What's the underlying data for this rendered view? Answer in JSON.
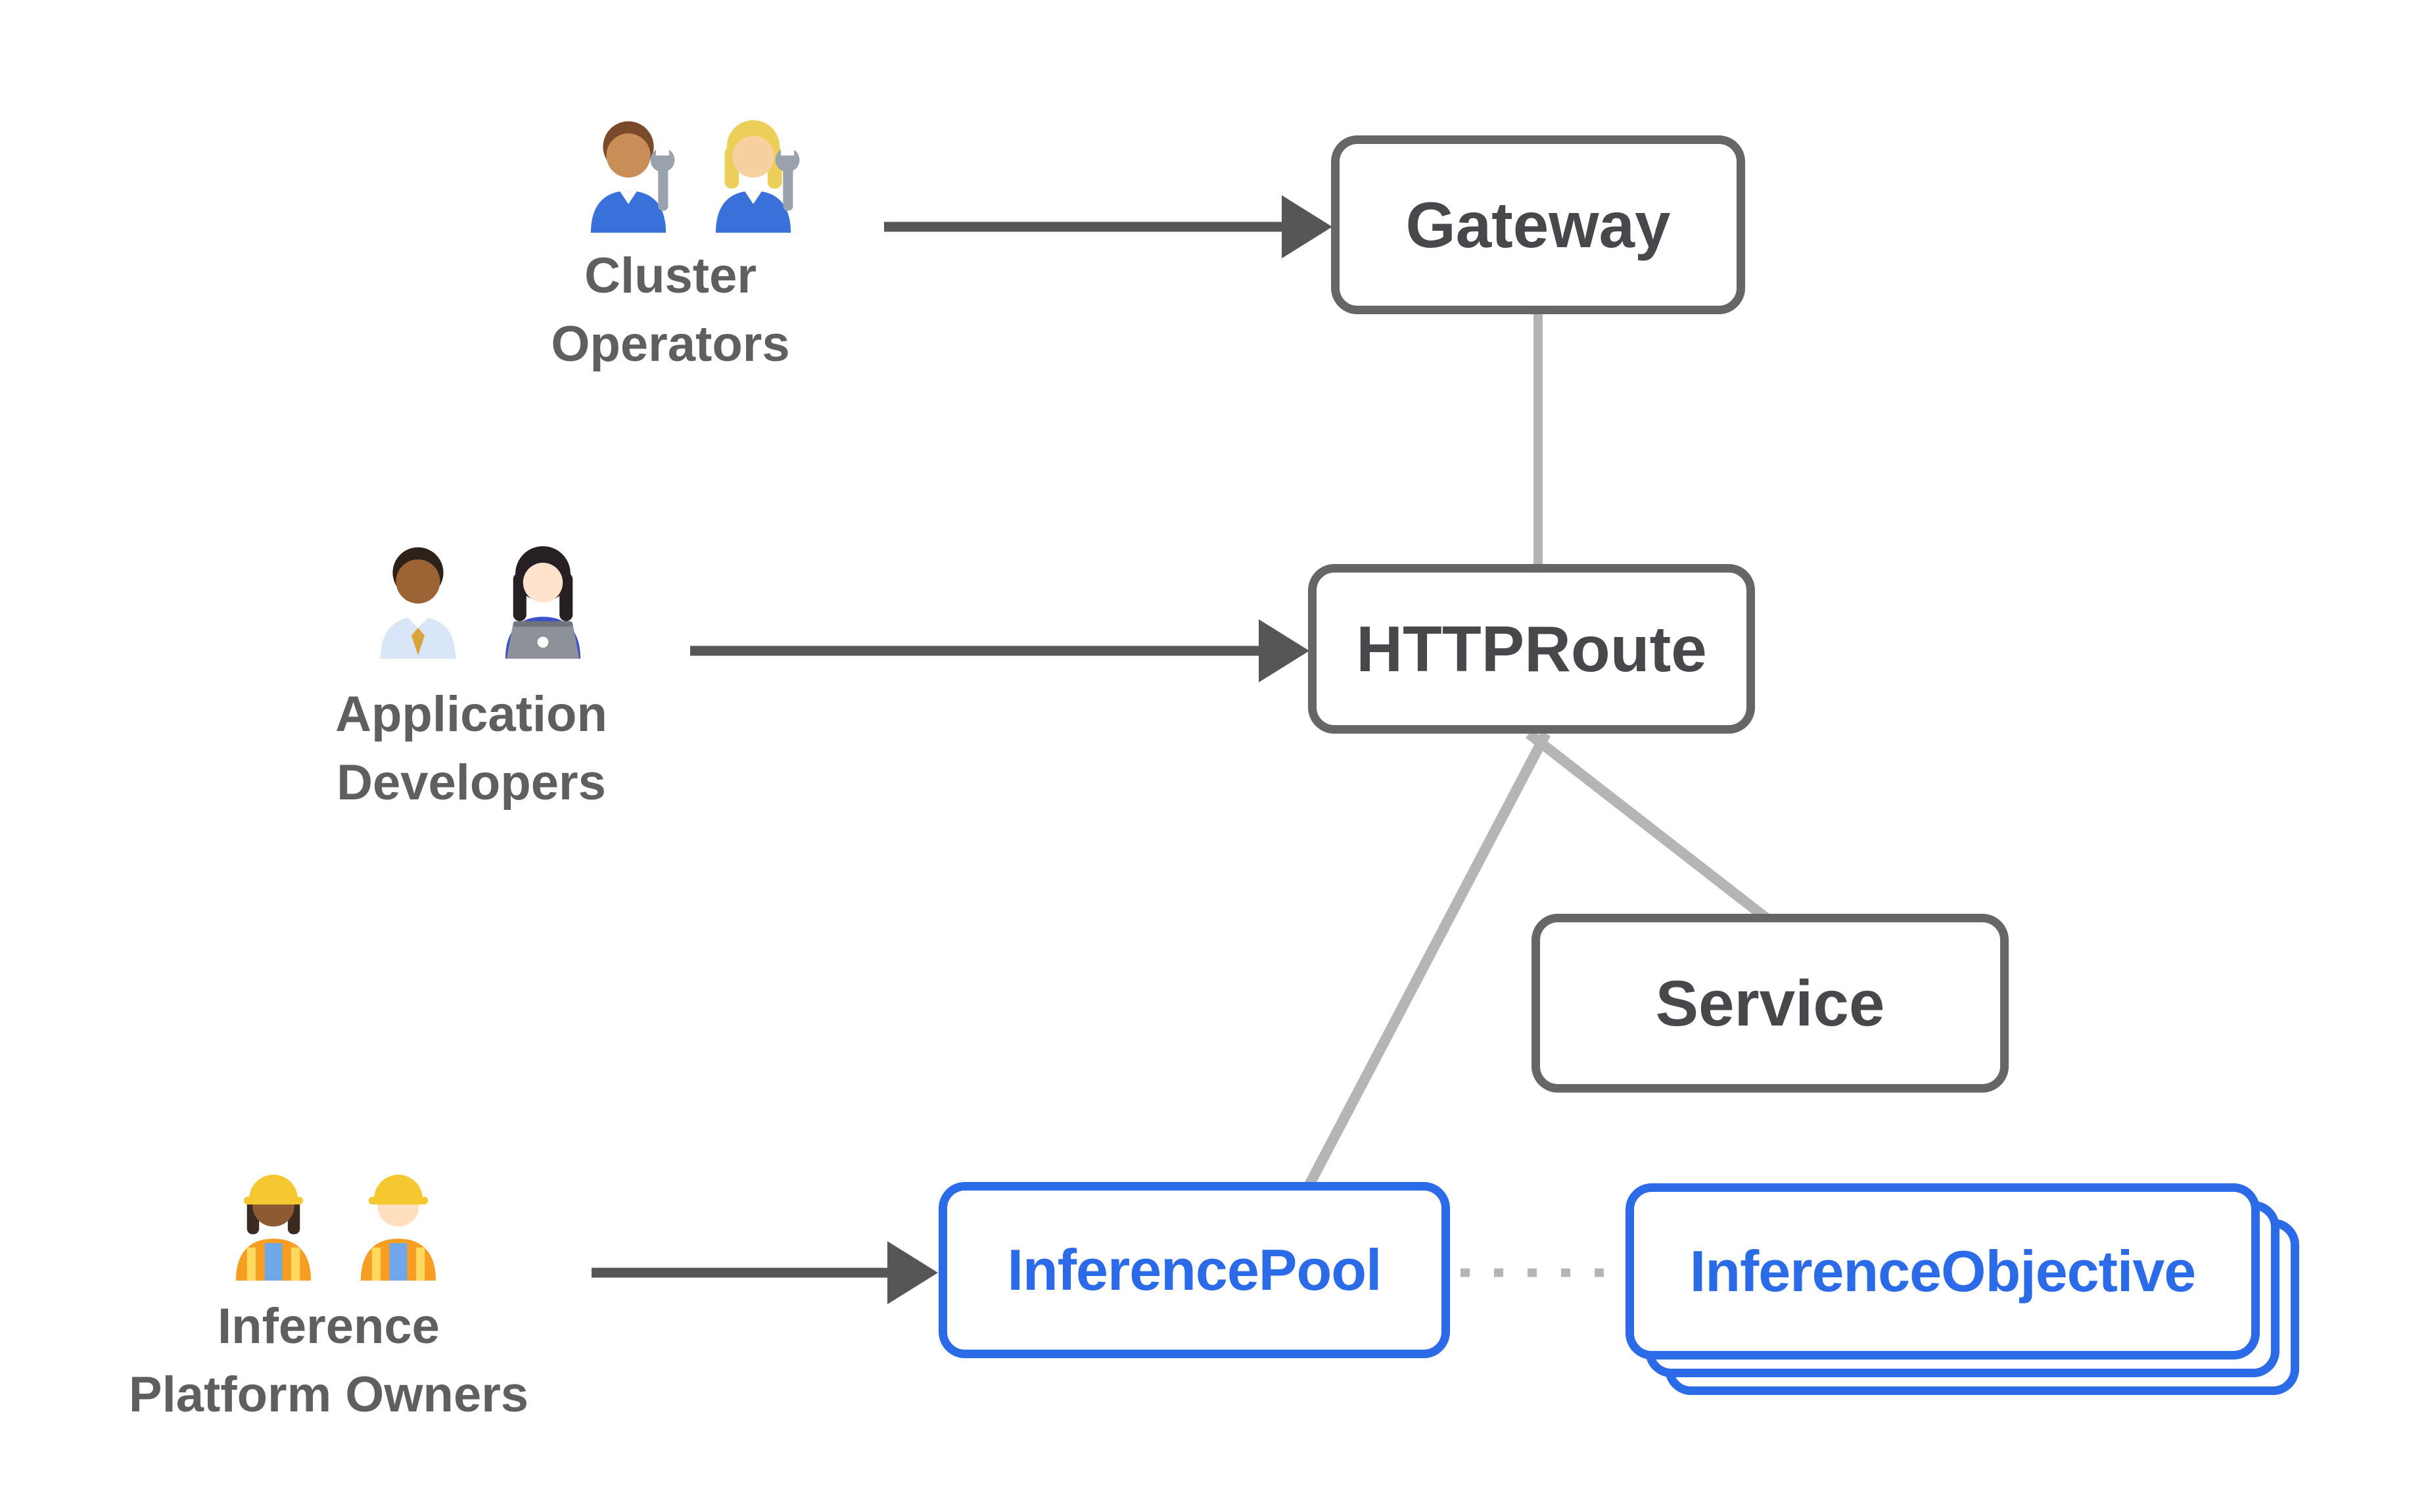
{
  "actors": {
    "cluster_operators": {
      "line1": "Cluster",
      "line2": "Operators",
      "icons": [
        "man-mechanic",
        "woman-mechanic"
      ]
    },
    "application_developers": {
      "line1": "Application",
      "line2": "Developers",
      "icons": [
        "man-office-worker",
        "woman-technologist"
      ]
    },
    "inference_platform_owners": {
      "line1": "Inference",
      "line2": "Platform Owners",
      "icons": [
        "woman-construction-worker",
        "man-construction-worker"
      ]
    }
  },
  "nodes": {
    "gateway": {
      "label": "Gateway",
      "style": "gray"
    },
    "httproute": {
      "label": "HTTPRoute",
      "style": "gray"
    },
    "service": {
      "label": "Service",
      "style": "gray"
    },
    "inference_pool": {
      "label": "InferencePool",
      "style": "blue"
    },
    "inference_objective": {
      "label": "InferenceObjective",
      "style": "blue",
      "stacked": true
    }
  },
  "edges": [
    {
      "from": "cluster_operators",
      "to": "gateway",
      "type": "arrow"
    },
    {
      "from": "application_developers",
      "to": "httproute",
      "type": "arrow"
    },
    {
      "from": "inference_platform_owners",
      "to": "inference_pool",
      "type": "arrow"
    },
    {
      "from": "gateway",
      "to": "httproute",
      "type": "line"
    },
    {
      "from": "httproute",
      "to": "inference_pool",
      "type": "line"
    },
    {
      "from": "httproute",
      "to": "service",
      "type": "line"
    },
    {
      "from": "inference_pool",
      "to": "inference_objective",
      "type": "dotted-line"
    }
  ],
  "colors": {
    "node_border_gray": "#666666",
    "node_text_gray": "#48484c",
    "node_blue": "#2c6be8",
    "actor_label_gray": "#5f5f5f",
    "connector_light_gray": "#b5b5b5",
    "arrow_dark_gray": "#565656",
    "background": "#ffffff"
  }
}
